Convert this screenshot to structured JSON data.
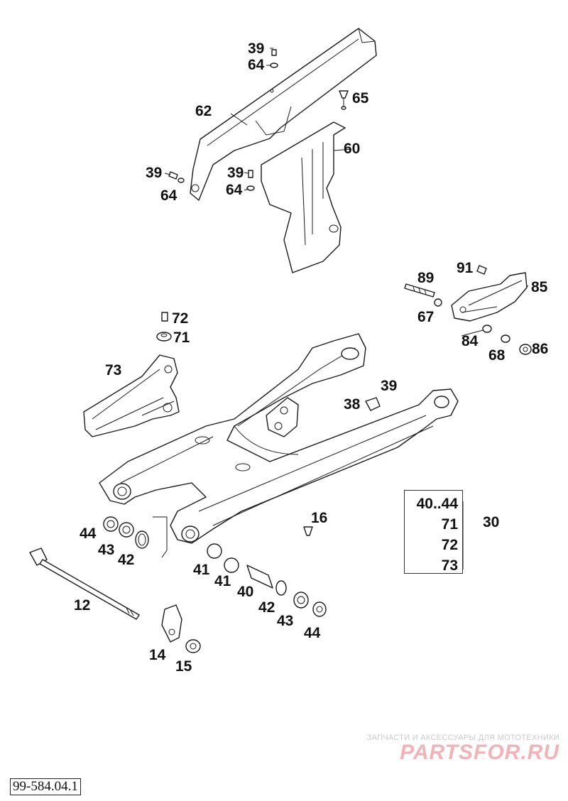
{
  "callouts": {
    "c39a": "39",
    "c64a": "64",
    "c65": "65",
    "c62": "62",
    "c60": "60",
    "c39b": "39",
    "c64b": "64",
    "c39c": "39",
    "c64c": "64",
    "c91": "91",
    "c89": "89",
    "c85": "85",
    "c67": "67",
    "c84": "84",
    "c68": "68",
    "c86": "86",
    "c72": "72",
    "c71": "71",
    "c73": "73",
    "c39d": "39",
    "c38": "38",
    "c16": "16",
    "c30": "30",
    "c44a": "44",
    "c43a": "43",
    "c42a": "42",
    "c41a": "41",
    "c41b": "41",
    "c40": "40",
    "c42b": "42",
    "c43b": "43",
    "c44b": "44",
    "c12": "12",
    "c14": "14",
    "c15": "15"
  },
  "kit_box": {
    "items": [
      "40..44",
      "71",
      "72",
      "73"
    ]
  },
  "drawing_number": "99-584.04.1",
  "watermark": {
    "tagline": "ЗАПЧАСТИ И АКСЕССУАРЫ ДЛЯ МОТОТЕХНИКИ",
    "logo": "PARTSFOR.RU"
  }
}
